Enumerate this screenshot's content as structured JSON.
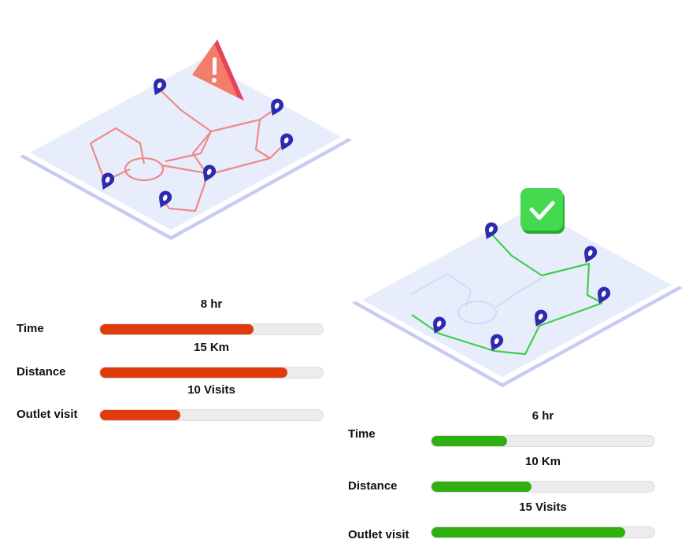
{
  "colors": {
    "bad_bar": "#e03b0c",
    "good_bar": "#2fb00f",
    "bad_route": "#ef8a8a",
    "good_route": "#3fcf4a",
    "pin": "#2d2ab0",
    "map_top": "#e9eefc",
    "map_edge": "#c3c7f0",
    "warning": "#f47c6a",
    "check": "#45d94f"
  },
  "icons": {
    "warning": "warning-triangle-icon",
    "check": "check-badge-icon",
    "pin": "map-pin-icon"
  },
  "unoptimized": {
    "stats": [
      {
        "label": "Time",
        "value": "8 hr",
        "fraction": 0.69
      },
      {
        "label": "Distance",
        "value": "15 Km",
        "fraction": 0.84
      },
      {
        "label": "Outlet visit",
        "value": "10 Visits",
        "fraction": 0.36
      }
    ]
  },
  "optimized": {
    "stats": [
      {
        "label": "Time",
        "value": "6 hr",
        "fraction": 0.34
      },
      {
        "label": "Distance",
        "value": "10 Km",
        "fraction": 0.45
      },
      {
        "label": "Outlet visit",
        "value": "15 Visits",
        "fraction": 0.87
      }
    ]
  }
}
